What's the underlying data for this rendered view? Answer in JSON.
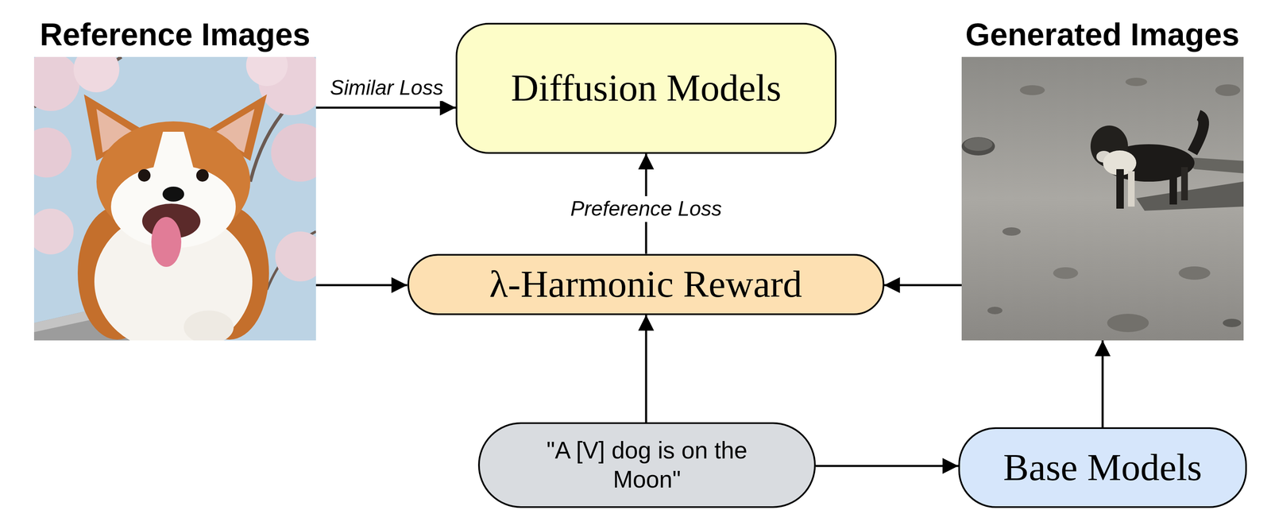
{
  "diagram": {
    "nodes": [
      {
        "text": [
          "Reference Images"
        ]
      },
      {
        "text": [
          "Diffusion Models"
        ]
      },
      {
        "text": [
          "Generated Images"
        ]
      },
      {
        "text": [
          "λ-Harmonic Reward"
        ]
      },
      {
        "text": [
          "\"A [V] dog is on the Moon\""
        ]
      },
      {
        "text": [
          "Base Models"
        ]
      }
    ],
    "edges": [
      {
        "from": 0,
        "to": 1,
        "arrow": "to",
        "label": "Similar Loss"
      },
      {
        "from": 0,
        "to": 3,
        "arrow": "to"
      },
      {
        "from": 2,
        "to": 3,
        "arrow": "to"
      },
      {
        "from": 3,
        "to": 1,
        "arrow": "to",
        "label": "Preference Loss"
      },
      {
        "from": 4,
        "to": 3,
        "arrow": "to"
      },
      {
        "from": 4,
        "to": 5,
        "arrow": "to"
      },
      {
        "from": 5,
        "to": 2,
        "arrow": "to"
      }
    ]
  }
}
